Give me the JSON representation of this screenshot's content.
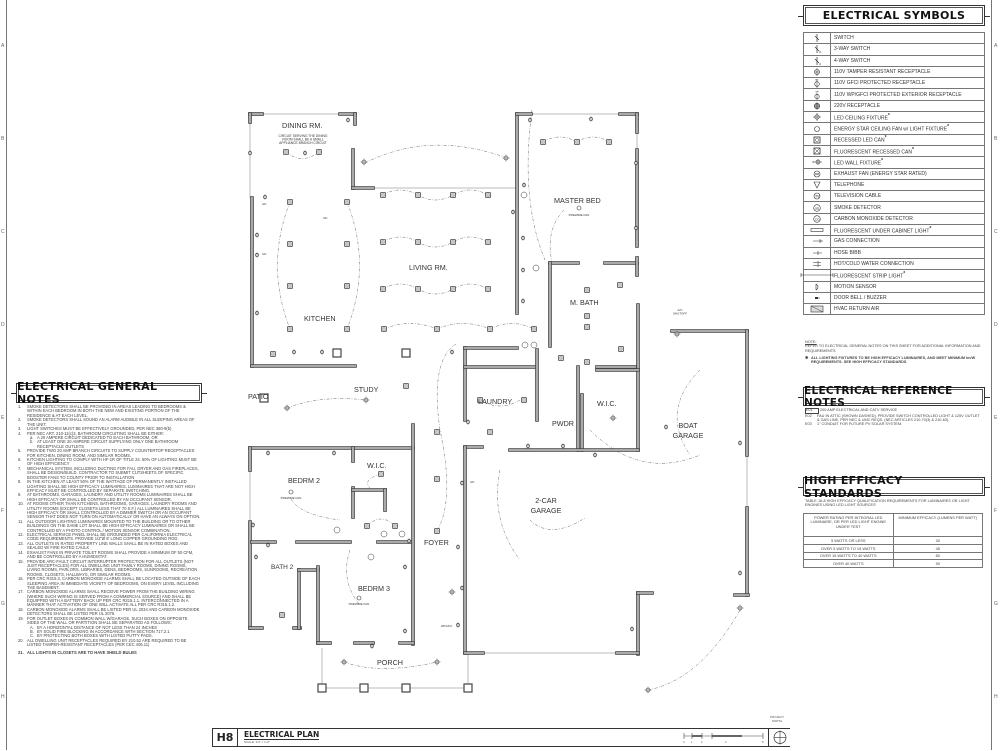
{
  "border": {
    "row_labels": [
      "A",
      "B",
      "C",
      "D",
      "E",
      "F",
      "G",
      "H"
    ]
  },
  "symbols": {
    "title": "ELECTRICAL SYMBOLS",
    "items": [
      {
        "icon": "switch-icon",
        "label": "SWITCH"
      },
      {
        "icon": "3-way-switch-icon",
        "label": "3-WAY SWITCH"
      },
      {
        "icon": "4-way-switch-icon",
        "label": "4-WAY SWITCH"
      },
      {
        "icon": "receptacle-icon",
        "label": "110V TAMPER RESISTANT RECEPTACLE"
      },
      {
        "icon": "gfci-receptacle-icon",
        "label": "110V GFCI PROTECTED RECEPTACLE"
      },
      {
        "icon": "wp-gfci-receptacle-icon",
        "label": "110V WP/GFCI PROTECTED EXTERIOR RECEPTACLE"
      },
      {
        "icon": "220v-receptacle-icon",
        "label": "220V RECEPTACLE"
      },
      {
        "icon": "ceiling-fixture-icon",
        "label": "LED CEILING FIXTURE",
        "star": "*"
      },
      {
        "icon": "ceiling-fan-icon",
        "label": "ENERGY STAR CEILING FAN w/ LIGHT FIXTURE",
        "star": "*"
      },
      {
        "icon": "recessed-can-icon",
        "label": "RECESSED LED CAN",
        "star": "*"
      },
      {
        "icon": "fluorescent-can-icon",
        "label": "FLUORESCENT RECESSED CAN",
        "star": "*"
      },
      {
        "icon": "wall-fixture-icon",
        "label": "LED WALL FIXTURE",
        "star": "*"
      },
      {
        "icon": "exhaust-fan-icon",
        "label": "EXHAUST FAN (ENERGY STAR RATED)"
      },
      {
        "icon": "telephone-icon",
        "label": "TELEPHONE"
      },
      {
        "icon": "tv-cable-icon",
        "label": "TELEVISION CABLE"
      },
      {
        "icon": "smoke-detector-icon",
        "label": "SMOKE DETECTOR"
      },
      {
        "icon": "co-detector-icon",
        "label": "CARBON MONOXIDE DETECTOR"
      },
      {
        "icon": "under-cabinet-light-icon",
        "label": "FLUORESCENT UNDER CABINET LIGHT",
        "star": "*"
      },
      {
        "icon": "gas-connection-icon",
        "label": "GAS CONNECTION"
      },
      {
        "icon": "hose-bibb-icon",
        "label": "HOSE BIBB"
      },
      {
        "icon": "water-connection-icon",
        "label": "HOT/COLD WATER CONNECTION"
      },
      {
        "icon": "strip-light-icon",
        "label": "FLUORESCENT STRIP LIGHT",
        "star": "*"
      },
      {
        "icon": "motion-sensor-icon",
        "label": "MOTION SENSOR"
      },
      {
        "icon": "door-bell-icon",
        "label": "DOOR BELL / BUZZER"
      },
      {
        "icon": "hvac-return-icon",
        "label": "HVAC RETURN AIR"
      }
    ],
    "note_heading": "NOTE:",
    "note_text": "REFER TO ELECTRICAL GENERAL NOTES ON THIS SHEET FOR ADDITIONAL INFORMATION AND REQUIREMENTS",
    "star_note": "ALL LIGHTING FIXTURES TO BE HIGH EFFICACY LUMINAIRES, AND MEET MINIMUM lm/W REQUIREMENTS. SEE HIGH EFFICACY STANDARDS"
  },
  "reference_notes": {
    "title": "ELECTRICAL REFERENCE NOTES",
    "items": [
      {
        "tag": "E01",
        "text": "200 AMP ELECTRICAL AND CATV SERVICE"
      },
      {
        "tag": "E02",
        "text": "FAU IN ATTIC (SHOWN DASHED). PROVIDE SWITCH CONTROLLED LIGHT & 125V OUTLET & GAS LINE. PER NEC & UMC REQS. (NEC ARTICLES 210-70(3) & 210-63)."
      },
      {
        "tag": "E03",
        "text": "1\" CONDUIT FOR FUTURE PV SOLAR SYSTEM."
      }
    ]
  },
  "high_efficacy": {
    "title": "HIGH EFFICACY STANDARDS",
    "caption": "TABLE JA-8 HIGH EFFICACY QUALIFICATION REQUIREMENTS FOR LUMINAIRES OR LIGHT ENGINES USING LED LIGHT SOURCES",
    "headers": [
      "POWER RATING PER INTEGRAL LED LUMINAIRE, OR PER LED LIGHT ENGINE UNDER TEST",
      "MINIMUM EFFICACY (LUMENS PER WATT)"
    ],
    "rows": [
      [
        "5 WATTS OR LESS",
        "30"
      ],
      [
        "OVER 5 WATTS TO 15 WATTS",
        "45"
      ],
      [
        "OVER 15 WATTS TO 40 WATTS",
        "60"
      ],
      [
        "OVER 40 WATTS",
        "90"
      ]
    ]
  },
  "general_notes": {
    "title": "ELECTRICAL GENERAL NOTES",
    "items": [
      {
        "n": "1.",
        "text": "SMOKE DETECTORS SHALL BE PROVIDED IN AREAS LEADING TO BEDROOMS & WITHIN EACH BEDROOM IN BOTH THE NEW AND EXISTING PORTION OF THE RESIDENCE & AT EACH LEVEL."
      },
      {
        "n": "2.",
        "text": "SMOKE DETECTORS SHALL SOUND AN ALARM AUDIBLE IN ALL SLEEPING AREAS OF THE UNIT."
      },
      {
        "n": "3.",
        "text": "LIGHT SWITCHES MUST BE EFFECTIVELY GROUNDED, PER NEC 380-9(b)"
      },
      {
        "n": "4.",
        "text": "PER NEC ART. 210-11(c)3, BATHROOM CIRCUITING SHALL BE EITHER:",
        "subs": [
          {
            "l": "a.",
            "text": "A 20 AMPERE CIRCUIT DEDICATED TO EACH BATHROOM, OR"
          },
          {
            "l": "b.",
            "text": "AT LEAST ONE 20 AMPERE CIRCUIT SUPPLYING ONLY ONE BATHROOM RECEPTACLE OUTLETS"
          }
        ]
      },
      {
        "n": "5.",
        "text": "PROVIDE TWO 20 AMP BRANCH CIRCUITS TO SUPPLY COUNTERTOP RECEPTACLES FOR KITCHEN, DINING ROOM, AND SIMILAR ROOMS."
      },
      {
        "n": "6.",
        "text": "KITCHEN LIGHTING TO COMPLY WITH HF-1R OF TITLE 24. 50% OF LIGHTING MUST BE OF HIGH EFFICIENCY"
      },
      {
        "n": "7.",
        "text": "MECHANICAL SYSTEM, INCLUDING DUCTING FOR FAU, DRYER AND GAS FIREPLACES, SHALL BE DESIGN/BUILD. CONTRACTOR TO SUBMIT CUTSHEETS OF SPECIFIC BOOSTER FANS TO COUNTY PRIOR TO INSTALLATION"
      },
      {
        "n": "8.",
        "text": "IN THE KITCHEN AT LEAST 50% OF THE WATTAGE OF PERMANENTLY INSTALLED LIGHTING SHALL BE HIGH EFFICACY LUMINAIRES. LUMINAIRES THAT ARE NOT HIGH EFFICACY MUST BE CONTROLLED BY SEPARATE SWITCHING."
      },
      {
        "n": "9.",
        "text": "AT BATHROOMS, GARAGES, LAUNDRY AND UTILITY ROOMS LUMINAIRES SHALL BE HIGH EFFICACY OR SHALL BE CONTROLLED BY AN OCCUPANT SENSOR."
      },
      {
        "n": "10.",
        "text": "AT ROOMS OTHER THAN KITCHENS, BATHROOMS, GARAGES, LAUNDRY ROOMS AND UTILITY ROOMS (EXCEPT CLOSETS LESS THAT 70 S.F.) ALL LUMINAIRES SHALL BE HIGH EFFICACY OR SHALL CONTROLLED BY A DIMMER SWITCH OR AN OCCUPANT SENSOR THAT DOES NOT TURN ON AUTOMATICALLY OR HAVE AN ALWAYS ON OPTION."
      },
      {
        "n": "11.",
        "text": "ALL OUTDOOR LIGHTING LUMINAIRES MOUNTED TO THE BUILDING OR TO OTHER BUILDINGS ON THE SAME LOT SHALL BE HIGH EFFICACY LUMINAIRES OR SHALL BE CONTROLLED BY A PHOTO CONTROL / MOTION SENSOR COMBINATION."
      },
      {
        "n": "12.",
        "text": "ELECTRICAL SERVICE PANEL SHALL BE GROUNDED PER CALIFORNIA ELECTRICAL CODE REQUIREMENTS. PROVIDE 1/2\"Ø 8' LONG COPPER GROUNDING ROD."
      },
      {
        "n": "13.",
        "text": "ALL OUTLETS IN RATED PROPERTY LINE WALLS SHALL BE IN RATED BOXES AND SEALED W/ FIRE RATED CAULK"
      },
      {
        "n": "14.",
        "text": "EXHAUST FANS IN PRIVATE TOILET ROOMS SHALL PROVIDE A MINIMUM OF 50 CFM, AND BE CONTROLLED BY A HUMIDISTAT."
      },
      {
        "n": "15.",
        "text": "PROVIDE ARC-FAULT CIRCUIT INTERRUPTER PROTECTION FOR ALL OUTLETS (NOT JUST RECEPTACLES) FOR ALL DWELLING UNIT FAMILY ROOMS, DINING ROOMS, LIVING ROOMS, PARLORS, LIBRARIES, DENS, BEDROOMS, SUNROOMS, RECREATION ROOMS, CLOSETS, HALLWAYS, OR SIMILAR ROOMS."
      },
      {
        "n": "16.",
        "text": "PER CRC R315.3, CARBON MONOXIDE ALARMS SHALL BE LOCATED OUTSIDE OF EACH SLEEPING AREA IN IMMEDIATE VICINITY OF BEDROOMS, ON EVERY LEVEL INCLUDING THE BASEMENT."
      },
      {
        "n": "17.",
        "text": "CARBON MONOXIDE ALARMS SHALL RECEIVE POWER FROM THE BUILDING WIRING (WHERE SUCH WIRING IS SERVED FROM A COMMERCIAL SOURCE) AND SHALL BE EQUIPPED WITH A BATTERY BACK UP PER CRC R315.1.1. INTERCONNECTED IN A MANNER THAT ACTIVATION OF ONE WILL ACTIVATE ALL PER CRC R315.1.2."
      },
      {
        "n": "18.",
        "text": "CARBON MONOXIDE ALARMS SHALL BE LISTED PER UL 2034 AND CARBON MONOXIDE DETECTORS SHALL BE LISTED PER UL 2075."
      },
      {
        "n": "19.",
        "text": "FOR OUTLET BOXES IN COMMON WALL W/GARAGE, SUCH BOXES ON OPPOSITE SIDES OF THE WALL OR PARTITION SHALL BE SEPARATED AS FOLLOWS:",
        "subs": [
          {
            "l": "A.",
            "text": "BY A HORIZONTAL DISTANCE OF NOT LESS THAN 24 INCHES"
          },
          {
            "l": "B.",
            "text": "BY SOLID FIRE BLOCKING IN ACCORDANCE WITH SECTION 717.2.1"
          },
          {
            "l": "C.",
            "text": "BY PROTECTING BOTH BOXES WITH LISTED PUTTY PADS."
          }
        ]
      },
      {
        "n": "20.",
        "text": "ALL DWELLING UNIT RECEPTACLES REQUIRED BY 210.52 ARE REQUIRED TO BE LISTED TAMPER-RESISTANT RECEPTACLES (PER CEC 406.11)"
      },
      {
        "n": "21.",
        "text": "ALL LIGHTS IN CLOSETS ARE TO HAVE SHIELD BULBS",
        "bold": true
      }
    ]
  },
  "plan": {
    "rooms": {
      "dining": "DINING RM.",
      "dining_note_1": "CIRCUIT SERVING THE DINING",
      "dining_note_2": "ROOM SHALL BE A SMALL",
      "dining_note_3": "APPLIANCE BRANCH CIRCUIT",
      "living": "LIVING RM.",
      "kitchen": "KITCHEN",
      "master_bed": "MASTER BED",
      "m_bath": "M. BATH",
      "study": "STUDY",
      "patio": "PATIO",
      "laundry": "LAUNDRY",
      "pwdr": "PWDR",
      "wic_master": "W.I.C.",
      "boat_garage_1": "BOAT",
      "boat_garage_2": "GARAGE",
      "bedrm2": "BEDRM 2",
      "wic_bed2": "W.I.C.",
      "garage_1": "2-CAR",
      "garage_2": "GARAGE",
      "foyer": "FOYER",
      "bath2": "BATH 2",
      "bedrm3": "BEDRM 3",
      "porch": "PORCH"
    },
    "annotations": {
      "prewire_fan": "PREWIRE FAN",
      "ac_shutoff_1": "A/C",
      "ac_shutoff_2": "SHUTOFF",
      "gfi": "GFI",
      "wp_gfci": "WP/GFCI"
    }
  },
  "title_block": {
    "sheet_id": "H8",
    "title": "ELECTRICAL PLAN",
    "scale": "SCALE: 1/4\" = 1'-0\"",
    "scale_ticks": [
      "0",
      "1",
      "2",
      "4",
      "8"
    ],
    "north_label_1": "PROJECT",
    "north_label_2": "NORTH"
  }
}
